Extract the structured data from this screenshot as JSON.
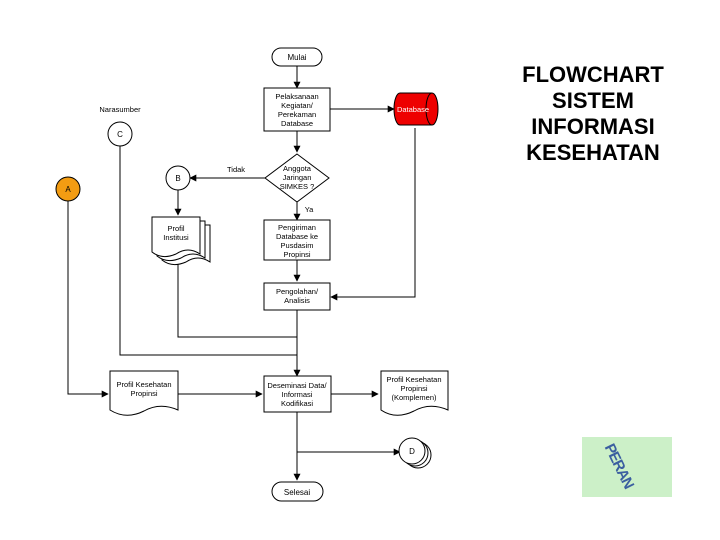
{
  "title": {
    "line1": "FLOWCHART",
    "line2": "SISTEM",
    "line3": "INFORMASI",
    "line4": "KESEHATAN"
  },
  "nodes": {
    "mulai": "Mulai",
    "pelaksanaan": [
      "Pelaksanaan",
      "Kegiatan/",
      "Perekaman",
      "Database"
    ],
    "database": "Database",
    "decision": [
      "Anggota",
      "Jaringan",
      "SIMKES ?"
    ],
    "tidak": "Tidak",
    "ya": "Ya",
    "pengiriman": [
      "Pengiriman",
      "Database ke",
      "Pusdasim",
      "Propinsi"
    ],
    "pengolahan": [
      "Pengolahan/",
      "Analisis"
    ],
    "narasumber": "Narasumber",
    "connector_c": "C",
    "connector_b": "B",
    "connector_a": "A",
    "connector_d": "D",
    "profil_institusi": [
      "Profil",
      "Institusi"
    ],
    "profil_kes_prop": [
      "Profil Kesehatan",
      "Propinsi"
    ],
    "diseminasi": [
      "Deseminasi Data/",
      "Informasi",
      "Kodifikasi"
    ],
    "profil_komplemen": [
      "Profil Kesehatan",
      "Propinsi",
      "(Komplemen)"
    ],
    "selesai": "Selesai"
  },
  "logo": {
    "glyphs": "PERAN"
  },
  "colors": {
    "database_fill": "#ee0000",
    "connector_a_fill": "#f39c12",
    "logo_bg": "#ccf0c8"
  }
}
